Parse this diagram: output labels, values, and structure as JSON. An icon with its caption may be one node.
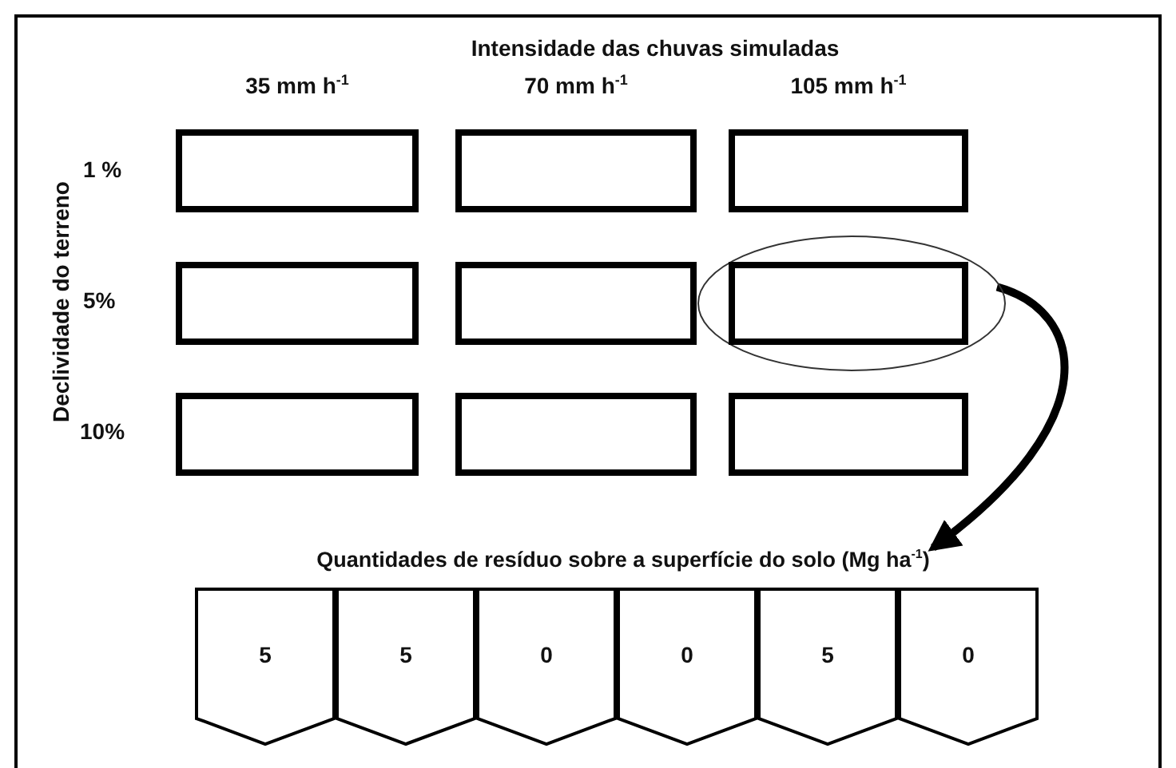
{
  "diagram": {
    "title": "Intensidade das chuvas simuladas",
    "nodes": [
      {
        "text": [],
        "shape": "box"
      },
      {
        "text": [],
        "shape": "box"
      },
      {
        "text": [],
        "shape": "box"
      },
      {
        "text": [],
        "shape": "box"
      },
      {
        "text": [],
        "shape": "box"
      },
      {
        "text": [],
        "shape": "ellipse"
      },
      {
        "text": [],
        "shape": "box",
        "in": 5
      },
      {
        "text": [],
        "shape": "box"
      },
      {
        "text": [],
        "shape": "box"
      },
      {
        "text": [],
        "shape": "box"
      },
      {
        "text": [
          "Quantidades de resíduo sobre a superfície do solo (Mg ha$^{-1}$)"
        ]
      },
      {
        "text": [
          "5"
        ]
      },
      {
        "text": [
          "5"
        ]
      },
      {
        "text": [
          "0"
        ]
      },
      {
        "text": [
          "0"
        ]
      },
      {
        "text": [
          "5"
        ]
      },
      {
        "text": [
          "0"
        ]
      }
    ],
    "edges": [
      {
        "from": 5,
        "to": 10,
        "arrow": "to"
      }
    ],
    "labels": [
      "35 mm h$^{-1}$",
      "70 mm h$^{-1}$",
      "105 mm h$^{-1}$",
      "Declividade do terreno",
      "1 %",
      "5%",
      "10%"
    ]
  }
}
